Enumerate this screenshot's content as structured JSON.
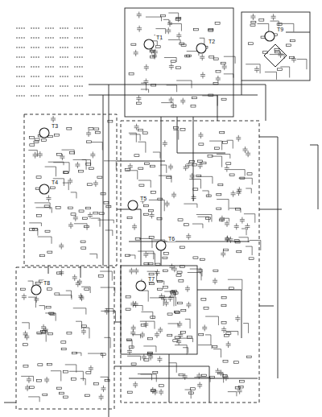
{
  "diagram": {
    "labels": [
      "T1",
      "T2",
      "T3",
      "T4",
      "T5",
      "T6",
      "T7",
      "T8",
      "T9"
    ]
  }
}
